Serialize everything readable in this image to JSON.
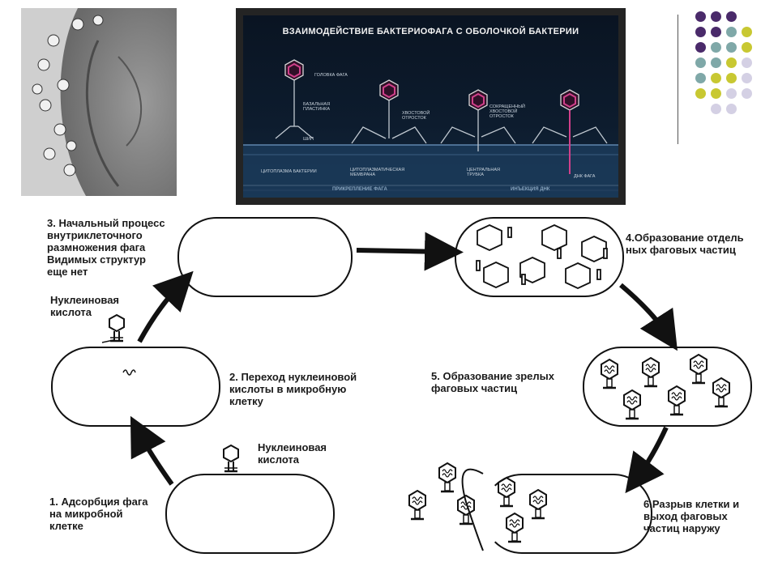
{
  "micrograph": {
    "description_icon": "phage-micrograph"
  },
  "panel": {
    "title": "ВЗАИМОДЕЙСТВИЕ БАКТЕРИОФАГА С ОБОЛОЧКОЙ БАКТЕРИИ",
    "labels": {
      "head": "ГОЛОВКА ФАГА",
      "baseplate": "БАЗАЛЬНАЯ ПЛАСТИНКА",
      "spike": "ШИП",
      "tail": "ХВОСТОВОЙ ОТРОСТОК",
      "contracted_tail": "СОКРАЩЕННЫЙ ХВОСТОВОЙ ОТРОСТОК",
      "cytoplasm": "ЦИТОПЛАЗМА БАКТЕРИИ",
      "membrane": "ЦИТОПЛАЗМАТИЧЕСКАЯ МЕМБРАНА",
      "central_tube": "ЦЕНТРАЛЬНАЯ ТРУБКА",
      "dna": "ДНК ФАГА"
    },
    "footer": {
      "attachment": "ПРИКРЕПЛЕНИЕ ФАГА",
      "injection": "ИНЪЕКЦИЯ ДНК"
    }
  },
  "dot_colors": {
    "purple": "#4a2a6a",
    "teal": "#7fa8a8",
    "lime": "#c8c832",
    "lavender": "#d4d0e4"
  },
  "stages": {
    "s1": "1. Адсорбция фага\nна микробной\nклетке",
    "s2": "2. Переход нуклеиновой\nкислоты в микробную\nклетку",
    "s3": "3. Начальный процесс\nвнутриклеточного\nразмножения фага\nВидимых структур\nеще нет",
    "s4": "4.Образование отдель\nных фаговых частиц",
    "s5": "5. Образование зрелых\nфаговых частиц",
    "s6": "6.Разрыв клетки и\nвыход фаговых\nчастиц наружу"
  },
  "annotations": {
    "nucleic_acid_top": "Нуклеиновая\nкислота",
    "nucleic_acid_bottom": "Нуклеиновая\nкислота"
  }
}
